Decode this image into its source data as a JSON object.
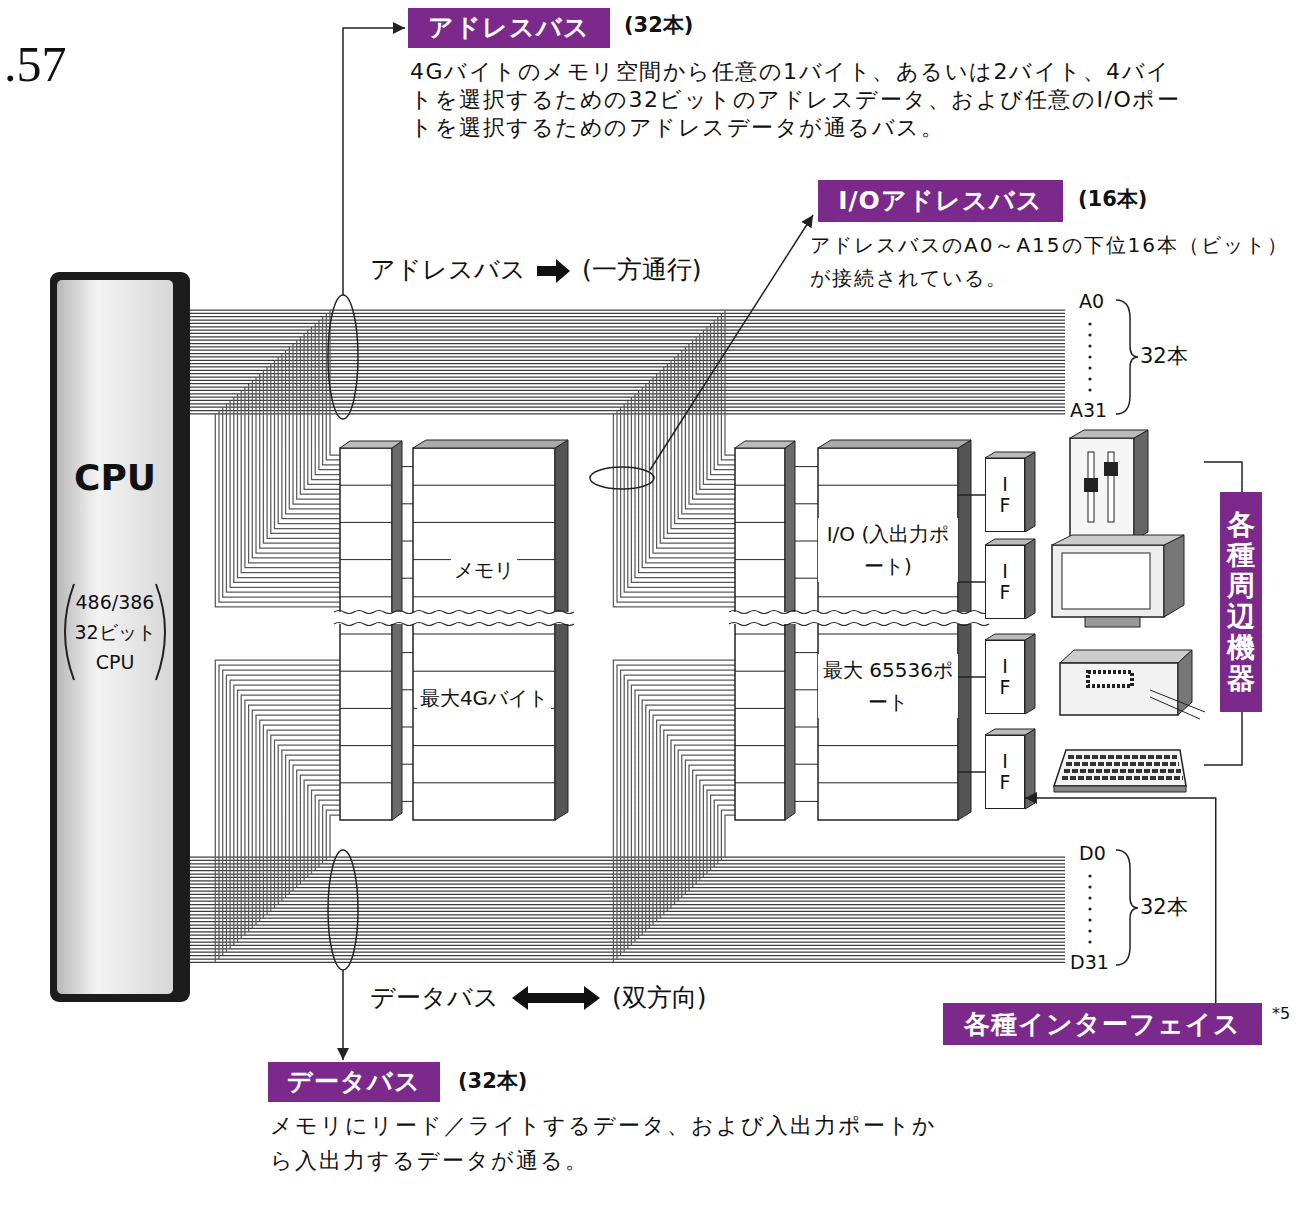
{
  "diagram": {
    "nodes": [
      {
        "text": [
          "アドレスバス"
        ]
      },
      {
        "text": [
          "I/Oアドレスバス"
        ]
      },
      {
        "text": [
          "CPU",
          "486/386 32ビット CPU"
        ]
      },
      {
        "text": [
          "メモリ",
          "最大4Gバイト"
        ]
      },
      {
        "text": [
          "I/O (入出力ポート)",
          "最大 65536ポート"
        ]
      },
      {
        "text": [
          "IF"
        ]
      },
      {
        "text": [
          "IF"
        ]
      },
      {
        "text": [
          "IF"
        ]
      },
      {
        "text": [
          "IF"
        ]
      },
      {
        "text": [
          "各種周辺機器"
        ]
      },
      {
        "text": [
          "各種インターフェイス"
        ]
      },
      {
        "text": [
          "データバス"
        ]
      }
    ],
    "edges": [
      {
        "from": 4,
        "to": 5,
        "arrow": "none"
      },
      {
        "from": 4,
        "to": 6,
        "arrow": "none"
      },
      {
        "from": 4,
        "to": 7,
        "arrow": "none"
      },
      {
        "from": 4,
        "to": 8,
        "arrow": "none"
      },
      {
        "from": 10,
        "to": 8,
        "arrow": "to"
      }
    ],
    "labels": [
      ".57",
      "(32本)",
      "4Gバイトのメモリ空間から任意の1バイト、あるいは2バイト、4バイトを選択するための32ビットのアドレスデータ、および任意のI/Oポートを選択するためのアドレスデータが通るバス。",
      "(16本)",
      "アドレスバスのA0～A15の下位16本（ビット）が接続されている。",
      "アドレスバス",
      "(一方通行)",
      "A0",
      "A31",
      "32本",
      "D0",
      "D31",
      "32本",
      "データバス",
      "(双方向)",
      "*5",
      "(32本)",
      "メモリにリード／ライトするデータ、および入出力ポートから入出力するデータが通る。"
    ]
  }
}
